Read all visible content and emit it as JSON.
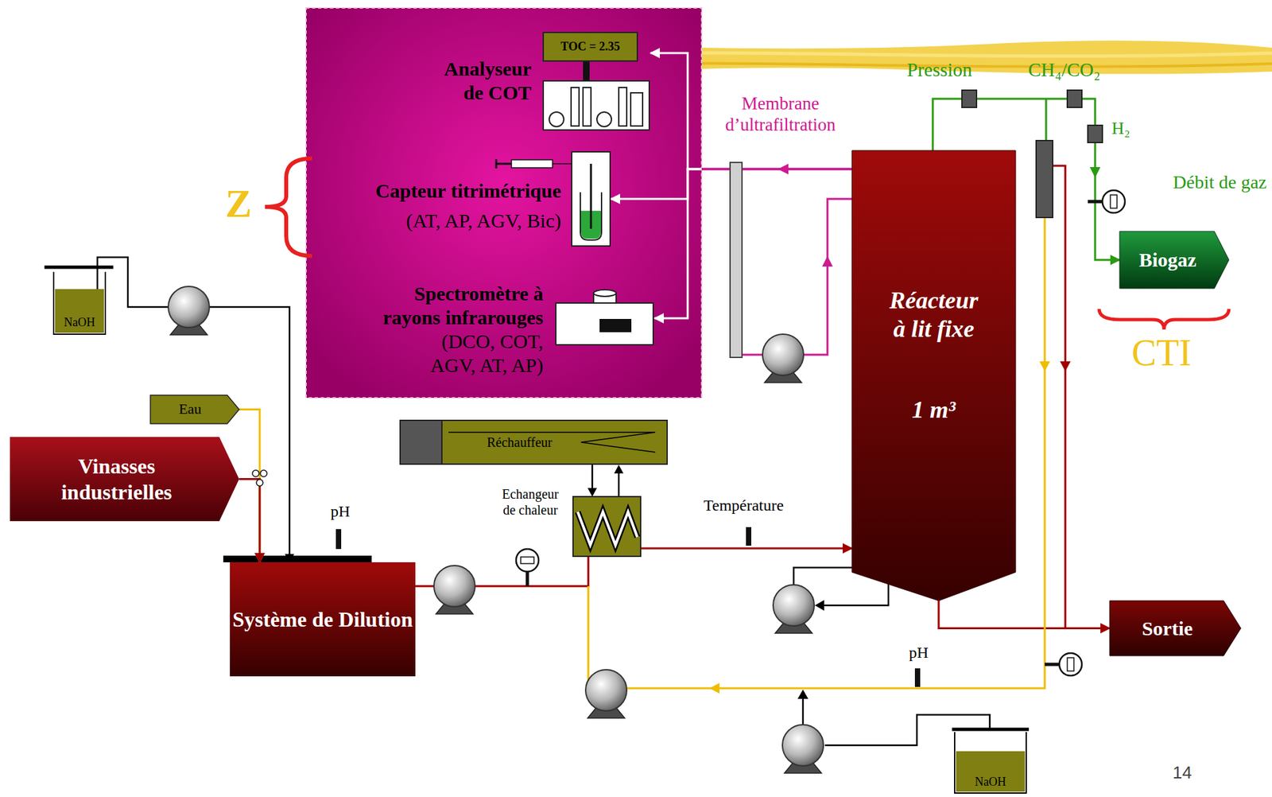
{
  "diagram": {
    "nodes": [
      {
        "text": [
          "Analyseur de COT"
        ]
      },
      {
        "text": [
          "TOC = 2.35"
        ],
        "in": 0
      },
      {
        "text": [
          "Capteur titrimétrique",
          "(AT, AP, AGV, Bic)"
        ]
      },
      {
        "text": [
          "Spectromètre à rayons infrarouges",
          "(DCO, COT, AGV, AT, AP)"
        ]
      },
      {
        "text": [
          "NaOH"
        ]
      },
      {
        "text": [
          "Eau"
        ]
      },
      {
        "text": [
          "Vinasses industrielles"
        ]
      },
      {
        "text": [
          "Système de Dilution"
        ]
      },
      {
        "text": [
          "Réchauffeur"
        ]
      },
      {
        "text": [
          "Réacteur à lit fixe",
          "1 m³"
        ]
      },
      {
        "text": [
          "Biogaz"
        ]
      },
      {
        "text": [
          "Sortie"
        ]
      },
      {
        "text": [
          "NaOH"
        ]
      }
    ],
    "edges": [
      {
        "from": 4,
        "to": 7,
        "arrow": "to"
      },
      {
        "from": 5,
        "to": 7,
        "arrow": "to"
      },
      {
        "from": 6,
        "to": 7,
        "arrow": "to"
      },
      {
        "from": 7,
        "to": 9,
        "arrow": "to"
      },
      {
        "from": 9,
        "to": 10,
        "arrow": "to"
      },
      {
        "from": 9,
        "to": 11,
        "arrow": "to"
      },
      {
        "from": 9,
        "to": 0,
        "arrow": "to"
      },
      {
        "from": 9,
        "to": 2,
        "arrow": "to"
      },
      {
        "from": 9,
        "to": 3,
        "arrow": "to"
      }
    ],
    "labels": [
      "Pression",
      "CH₄/CO₂",
      "H₂",
      "Membrane d’ultrafiltration",
      "Débit de gaz",
      "Z",
      "CTI",
      "pH",
      "Echangeur de chaleur",
      "Température",
      "pH",
      "14"
    ]
  }
}
